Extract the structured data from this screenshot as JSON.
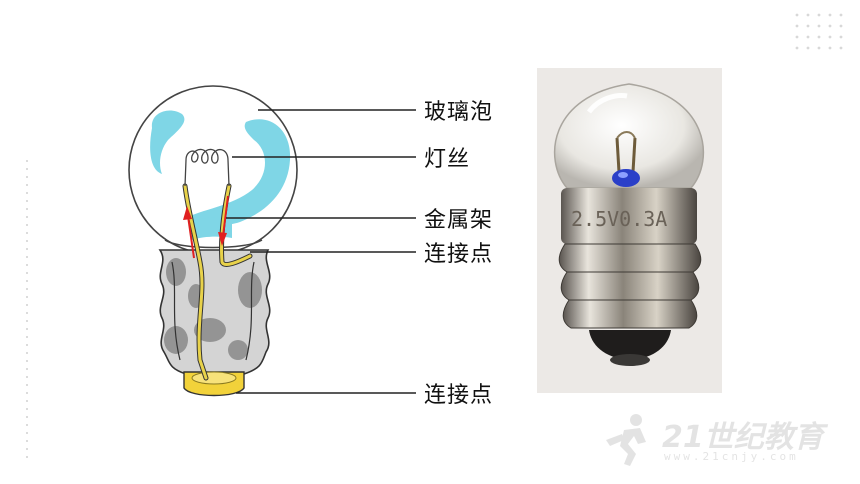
{
  "labels": {
    "glass_bulb": "玻璃泡",
    "filament": "灯丝",
    "metal_frame": "金属架",
    "contact_point_side": "连接点",
    "contact_point_bottom": "连接点"
  },
  "photo": {
    "bulb_marking": "2.5V0.3A"
  },
  "watermark": {
    "brand": "21世纪教育",
    "url": "www.21cnjy.com"
  },
  "colors": {
    "glass_highlight": "#7fd6e6",
    "wire": "#e8d24a",
    "arrow": "#e02020",
    "base_gray": "#8a8a8a",
    "contact_yellow": "#f2d23a",
    "dots": "#d8d8d8"
  }
}
